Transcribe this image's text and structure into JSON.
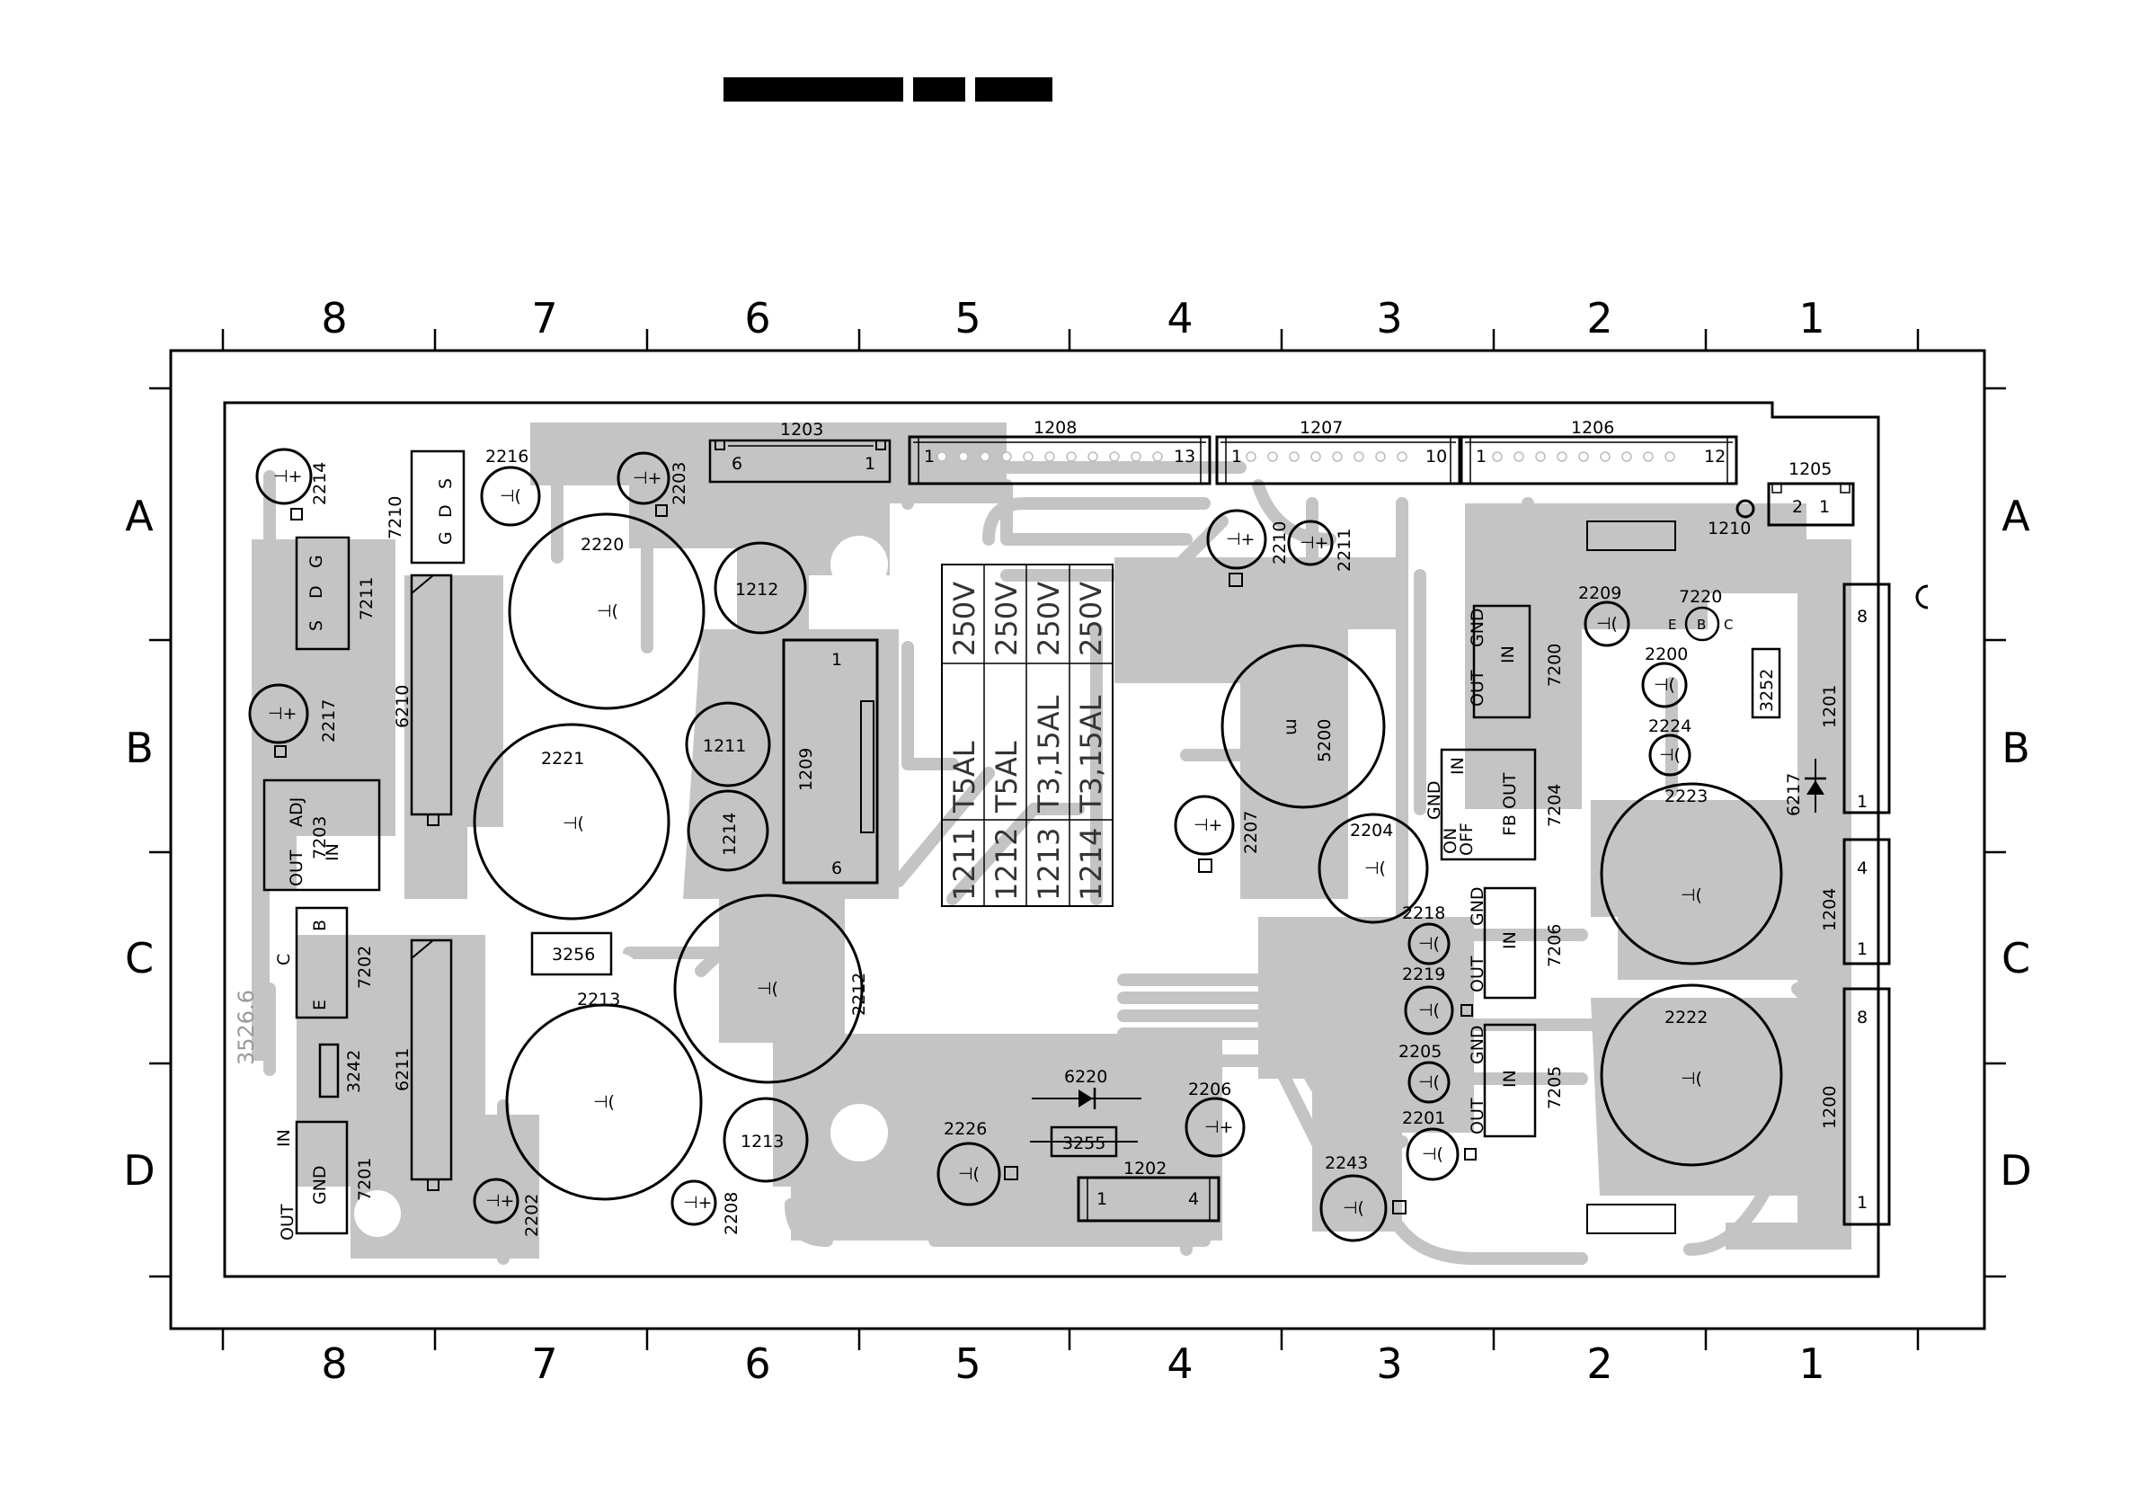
{
  "header_bars": 3,
  "grid": {
    "columns": [
      "8",
      "7",
      "6",
      "5",
      "4",
      "3",
      "2",
      "1"
    ],
    "rows": [
      "A",
      "B",
      "C",
      "D"
    ]
  },
  "board_version": "3526.6",
  "colors": {
    "copper": "#c4c4c4",
    "ink": "#000000",
    "silk_light": "#9a9a9a"
  },
  "fuses": {
    "ratings_voltage": [
      "250V",
      "250V",
      "250V",
      "250V"
    ],
    "ratings_current": [
      "T5AL",
      "T5AL",
      "T3,15AL",
      "T3,15AL"
    ],
    "ids": [
      "1211",
      "1212",
      "1213",
      "1214"
    ]
  },
  "labels": {
    "c1203": "1203",
    "c1203_p1": "6",
    "c1203_p2": "1",
    "c1208": "1208",
    "c1208_p1": "1",
    "c1208_p2": "13",
    "c1207": "1207",
    "c1207_p1": "1",
    "c1207_p2": "10",
    "c1206": "1206",
    "c1206_p1": "1",
    "c1206_p2": "12",
    "c1205": "1205",
    "c1205_p1": "2",
    "c1205_p2": "1",
    "c1210": "1210",
    "c1201": "1201",
    "c1201_p1": "8",
    "c1201_p2": "1",
    "c1204": "1204",
    "c1204_p1": "4",
    "c1204_p2": "1",
    "c1200": "1200",
    "c1200_p1": "8",
    "c1200_p2": "1",
    "c1202": "1202",
    "c1202_p1": "1",
    "c1202_p2": "4",
    "c1209": "1209",
    "c1209_p1": "1",
    "c1209_p2": "6",
    "cap2214": "2214",
    "cap2216": "2216",
    "cap2203": "2203",
    "cap2217": "2217",
    "cap2220": "2220",
    "cap2221": "2221",
    "cap2212": "2212",
    "cap2213": "2213",
    "cap2202": "2202",
    "cap2208": "2208",
    "cap2226": "2226",
    "cap2206": "2206",
    "cap2210": "2210",
    "cap2211": "2211",
    "cap2207": "2207",
    "cap2204": "2204",
    "cap2218": "2218",
    "cap2219": "2219",
    "cap2205": "2205",
    "cap2201": "2201",
    "cap2243": "2243",
    "cap2209": "2209",
    "cap2200": "2200",
    "cap2224": "2224",
    "cap2223": "2223",
    "cap2222": "2222",
    "ring1212": "1212",
    "ring1211": "1211",
    "ring1214": "1214",
    "ring1213": "1213",
    "t7210": "7210",
    "t7210_pins": [
      "G",
      "D",
      "S"
    ],
    "t7211": "7211",
    "t7211_pins": [
      "S",
      "D",
      "G"
    ],
    "r6210": "6210",
    "r6211": "6211",
    "u7203": "7203",
    "u7203_out": "OUT",
    "u7203_adj": "ADJ",
    "u7203_in": "IN",
    "t7202": "7202",
    "t7202_c": "C",
    "t7202_b": "B",
    "t7202_e": "E",
    "r3256": "3256",
    "r3242": "3242",
    "u7201": "7201",
    "u7201_in": "IN",
    "u7201_gnd": "GND",
    "u7201_out": "OUT",
    "d6220": "6220",
    "r3255": "3255",
    "l5200": "5200",
    "u7200": "7200",
    "u7200_out": "OUT",
    "u7200_gnd": "GND",
    "u7200_in": "IN",
    "u7204": "7204",
    "u7204_gnd": "GND",
    "u7204_in": "IN",
    "u7204_fbout": "FB OUT",
    "u7204_on": "ON",
    "u7204_off": "OFF",
    "u7206": "7206",
    "u7206_gnd": "GND",
    "u7206_in": "IN",
    "u7206_out": "OUT",
    "u7205": "7205",
    "u7205_gnd": "GND",
    "u7205_in": "IN",
    "u7205_out": "OUT",
    "t7220": "7220",
    "t7220_pins": [
      "E",
      "B",
      "C"
    ],
    "r3252": "3252",
    "d6217": "6217"
  }
}
